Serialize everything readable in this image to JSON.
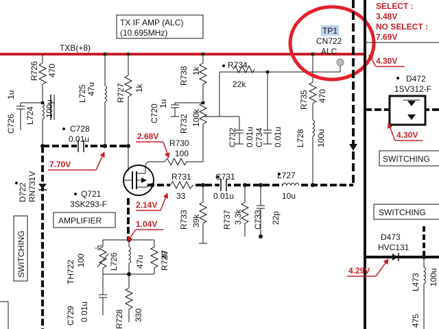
{
  "header": {
    "block_title_line1": "TX IF AMP (ALC)",
    "block_title_line2": "(10.695MHz)",
    "supply_rail": "TXB(+8)"
  },
  "select_note": {
    "line1": "SELECT :",
    "line2": "3.48V",
    "line3": "NO SELECT :",
    "line4": "7.69V"
  },
  "testpoint": {
    "tp": "TP1",
    "connector": "CN722",
    "signal": "ALC",
    "highlight_color": "#e4202a"
  },
  "components": {
    "r726_name": "R726",
    "r726_val": "470",
    "c726_name": "C726",
    "c726_val": "1u",
    "l724_name": "L724",
    "l724_val": "100u",
    "l725_name": "L725",
    "l725_val": "47u",
    "r727_name": "R727",
    "r727_val": "1k",
    "r738_name": "R738",
    "r738_val": "1k",
    "r734_name": "R734",
    "r734_val": "22k",
    "c720_name": "C720",
    "c720_val": "1u",
    "r732_name": "R732",
    "r732_val": "100k",
    "c732_name": "C732",
    "c732_val": "0.01u",
    "c734_name": "C734",
    "c734_val": "0.01u",
    "l728_name": "L728",
    "l728_val": "100u",
    "r735_name": "R735",
    "r735_val": "470",
    "c728_name": "C728",
    "c728_val": "0.01u",
    "r730_name": "R730",
    "r730_val": "100",
    "r731_name": "R731",
    "r731_val": "33",
    "c731_name": "C731",
    "c731_val": "0.01u",
    "l727_name": "L727",
    "l727_val": "10u",
    "r733_name": "R733",
    "r733_val": "39k",
    "r737_name": "R737",
    "r737_val": "3.3k",
    "c733_name": "C733",
    "c733_val": "22p",
    "d722_name": "D722",
    "d722_val": "RN731V",
    "q721_name": "Q721",
    "q721_val": "3SK293-F",
    "th722_name": "TH722",
    "th722_val": "100",
    "l726_name": "L726",
    "l726_val": "47u",
    "r729_name": "R729",
    "r729_val": "47",
    "c729_name": "C729",
    "c729_val": "0.01u",
    "r728_name": "R728",
    "r728_val": "330",
    "d472_name": "D472",
    "d472_val": "1SV312-F",
    "d473_name": "D473",
    "d473_val": "HVC131",
    "l473_name": "L473",
    "l473_val": "100u",
    "r475_val": "475",
    "temp_sym": "-t°"
  },
  "labels": {
    "amplifier": "AMPLIFIER",
    "switching_left": "SWITCHING",
    "switching_right1": "SWITCHING",
    "switching_right2": "SWITCHING"
  },
  "voltages": {
    "v_gate2": "2.68V",
    "v_770": "7.70V",
    "v_214": "2.14V",
    "v_104": "1.04V",
    "v_430a": "4.30V",
    "v_430b": "4.30V",
    "v_429": "4.29V"
  },
  "colors": {
    "voltage_red": "#c42026",
    "rail_red": "#c8202a",
    "ink": "#111111"
  }
}
